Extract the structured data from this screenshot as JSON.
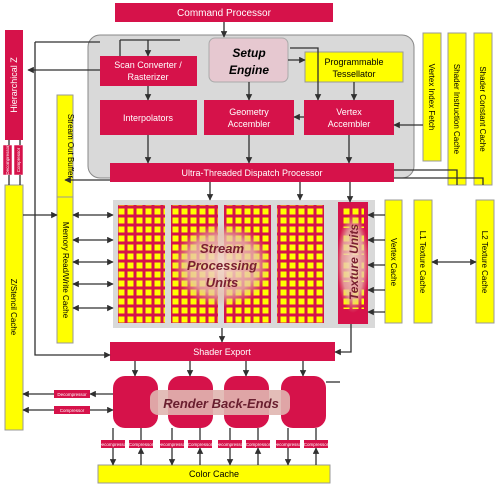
{
  "blocks": {
    "command_processor": "Command Processor",
    "setup_engine_line1": "Setup",
    "setup_engine_line2": "Engine",
    "scan_converter_line1": "Scan Converter /",
    "scan_converter_line2": "Rasterizer",
    "programmable_tessellator_line1": "Programmable",
    "programmable_tessellator_line2": "Tessellator",
    "interpolators": "Interpolators",
    "geometry_assembler_line1": "Geometry",
    "geometry_assembler_line2": "Accembler",
    "vertex_assembler_line1": "Vertex",
    "vertex_assembler_line2": "Accembler",
    "hierarchical_z": "Hierarchical Z",
    "stream_out_buffer": "Stream Out Buffer",
    "vertex_index_fetch": "Vertex Index Fetch",
    "shader_instruction_cache": "Shader Instruction Cache",
    "shader_constant_cache": "Shader Constant Cache",
    "ultra_threaded_dispatch": "Ultra-Threaded Dispatch Processor",
    "memory_read_write_cache": "Memory Read/Write Cache",
    "stream_processing_units_line1": "Stream",
    "stream_processing_units_line2": "Processing",
    "stream_processing_units_line3": "Units",
    "texture_units": "Texture Units",
    "vertex_cache": "Vertex Cache",
    "l1_texture_cache": "L1 Texture Cache",
    "l2_texture_cache": "L2 Texture Cache",
    "z_stencil_cache": "Z/Stencil Cache",
    "shader_export": "Shader Export",
    "render_back_ends": "Render Back-Ends",
    "color_cache": "Color Cache",
    "decompressor": "Decompressor",
    "compressor": "Compressor"
  },
  "colors": {
    "red": "#d6124a",
    "yellow": "#ffff00",
    "grey_panel": "#d9d9d9",
    "dark_arrow": "#303030"
  }
}
